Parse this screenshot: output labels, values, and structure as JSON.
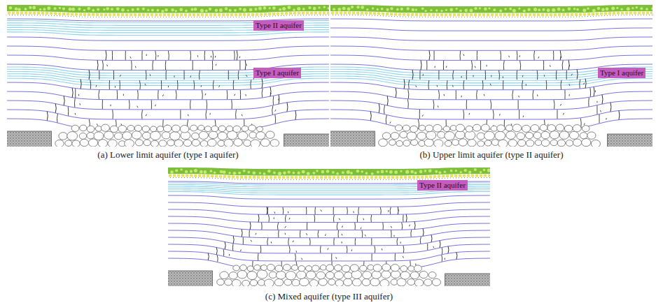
{
  "diagram": {
    "nodes": [
      {
        "text": [
          "Type II aquifer"
        ]
      },
      {
        "text": [
          "Type I aquifer"
        ]
      },
      {
        "text": [
          "Type I aquifer"
        ]
      },
      {
        "text": [
          "Type II aquifer"
        ]
      }
    ],
    "labels": [
      "(a) Lower limit aquifer (type I aquifer)",
      "(b) Upper limit aquifer (type II aquifer)",
      "(c) Mixed aquifer (type III aquifer)"
    ]
  }
}
